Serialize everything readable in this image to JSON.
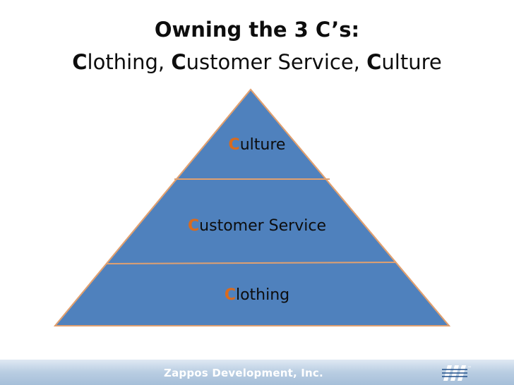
{
  "title": {
    "line1": "Owning the 3 C’s:",
    "line2_parts": [
      {
        "initial": "C",
        "rest": "lothing, "
      },
      {
        "initial": "C",
        "rest": "ustomer Service, "
      },
      {
        "initial": "C",
        "rest": "ulture"
      }
    ]
  },
  "pyramid": {
    "levels": [
      {
        "initial": "C",
        "rest": "ulture"
      },
      {
        "initial": "C",
        "rest": "ustomer Service"
      },
      {
        "initial": "C",
        "rest": "lothing"
      }
    ]
  },
  "footer": {
    "company": "Zappos Development, Inc.",
    "logo_icon": "zappos-logo-icon"
  },
  "colors": {
    "pyramid_fill": "#4f81bd",
    "pyramid_outline": "#e0a070",
    "initial_letter": "#d96b1e"
  }
}
